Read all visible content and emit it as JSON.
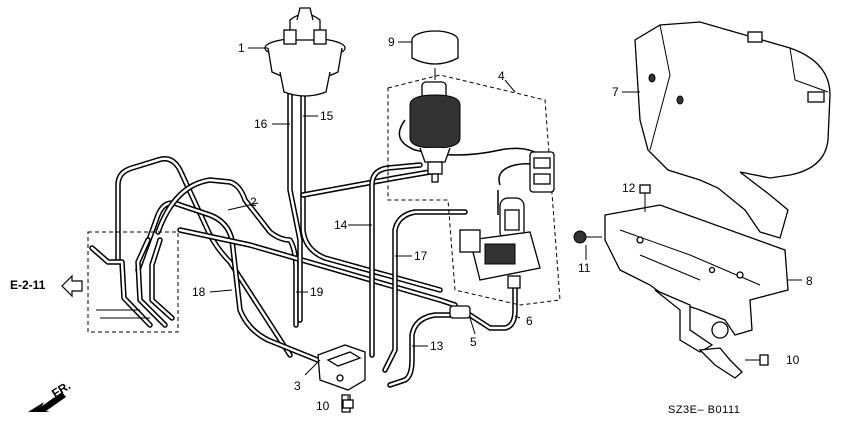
{
  "callouts": [
    {
      "id": "1",
      "text": "1"
    },
    {
      "id": "2",
      "text": "2"
    },
    {
      "id": "3",
      "text": "3"
    },
    {
      "id": "4",
      "text": "4"
    },
    {
      "id": "5",
      "text": "5"
    },
    {
      "id": "6",
      "text": "6"
    },
    {
      "id": "7",
      "text": "7"
    },
    {
      "id": "8",
      "text": "8"
    },
    {
      "id": "9",
      "text": "9"
    },
    {
      "id": "10a",
      "text": "10"
    },
    {
      "id": "10b",
      "text": "10"
    },
    {
      "id": "11",
      "text": "11"
    },
    {
      "id": "12",
      "text": "12"
    },
    {
      "id": "13",
      "text": "13"
    },
    {
      "id": "14",
      "text": "14"
    },
    {
      "id": "15",
      "text": "15"
    },
    {
      "id": "16",
      "text": "16"
    },
    {
      "id": "17",
      "text": "17"
    },
    {
      "id": "18",
      "text": "18"
    },
    {
      "id": "19",
      "text": "19"
    }
  ],
  "reference": "E-2-11",
  "direction": "FR.",
  "diagram_code": "SZ3E– B0111"
}
